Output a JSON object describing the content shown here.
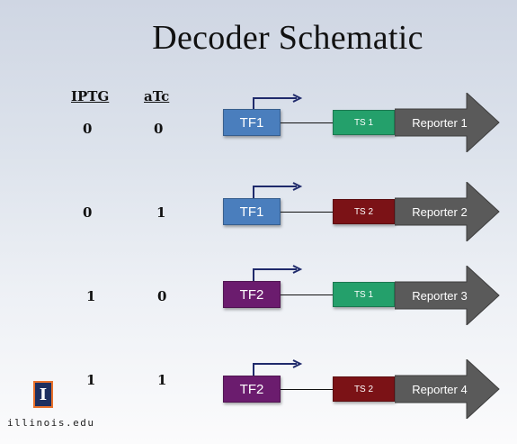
{
  "title": "Decoder Schematic",
  "headers": {
    "iptg": "IPTG",
    "atc": "aTc"
  },
  "colors": {
    "tf1": "#4a7ebd",
    "tf2": "#6b1c6e",
    "ts1": "#24a06b",
    "ts2": "#7b1216",
    "reporter": "#5a5a5a",
    "promoter_arrow": "#1f2a6b"
  },
  "rows": [
    {
      "iptg": "0",
      "atc": "0",
      "tf": "TF1",
      "tf_color": "#4a7ebd",
      "ts": "TS 1",
      "ts_color": "#24a06b",
      "reporter": "Reporter 1"
    },
    {
      "iptg": "0",
      "atc": "1",
      "tf": "TF1",
      "tf_color": "#4a7ebd",
      "ts": "TS 2",
      "ts_color": "#7b1216",
      "reporter": "Reporter 2"
    },
    {
      "iptg": "1",
      "atc": "0",
      "tf": "TF2",
      "tf_color": "#6b1c6e",
      "ts": "TS 1",
      "ts_color": "#24a06b",
      "reporter": "Reporter 3"
    },
    {
      "iptg": "1",
      "atc": "1",
      "tf": "TF2",
      "tf_color": "#6b1c6e",
      "ts": "TS 2",
      "ts_color": "#7b1216",
      "reporter": "Reporter 4"
    }
  ],
  "logo": {
    "letter": "I",
    "icon": "illinois-block-i-icon"
  },
  "footer": "illinois.edu"
}
